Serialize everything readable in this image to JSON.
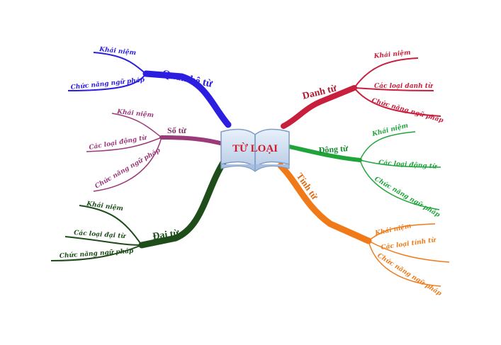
{
  "center": {
    "label": "TỪ LOẠI",
    "icon": "open-book-icon"
  },
  "branches": {
    "quan_he_tu": {
      "label": "Quan hệ từ",
      "color": "#2b1ee0",
      "children": [
        "Khái niệm",
        "Chức năng ngữ pháp"
      ]
    },
    "so_tu": {
      "label": "Số từ",
      "color": "#9b3a7a",
      "children": [
        "Khái niệm",
        "Các loại động từ",
        "Chức năng ngữ pháp"
      ]
    },
    "dai_tu": {
      "label": "Đại từ",
      "color": "#1e4d1a",
      "children": [
        "Khái niệm",
        "Các loại đại từ",
        "Chức năng ngữ pháp"
      ]
    },
    "danh_tu": {
      "label": "Danh từ",
      "color": "#c8203c",
      "children": [
        "Khái niệm",
        "Các loại danh từ",
        "Chức năng ngữ pháp"
      ]
    },
    "dong_tu": {
      "label": "Động từ",
      "color": "#1fa43a",
      "children": [
        "Khái niệm",
        "Các loại động từ",
        "Chức năng ngữ pháp"
      ]
    },
    "tinh_tu": {
      "label": "Tính từ",
      "color": "#f07a18",
      "children": [
        "Khái niệm",
        "Các loại tính từ",
        "Chức năng ngữ pháp"
      ]
    }
  }
}
